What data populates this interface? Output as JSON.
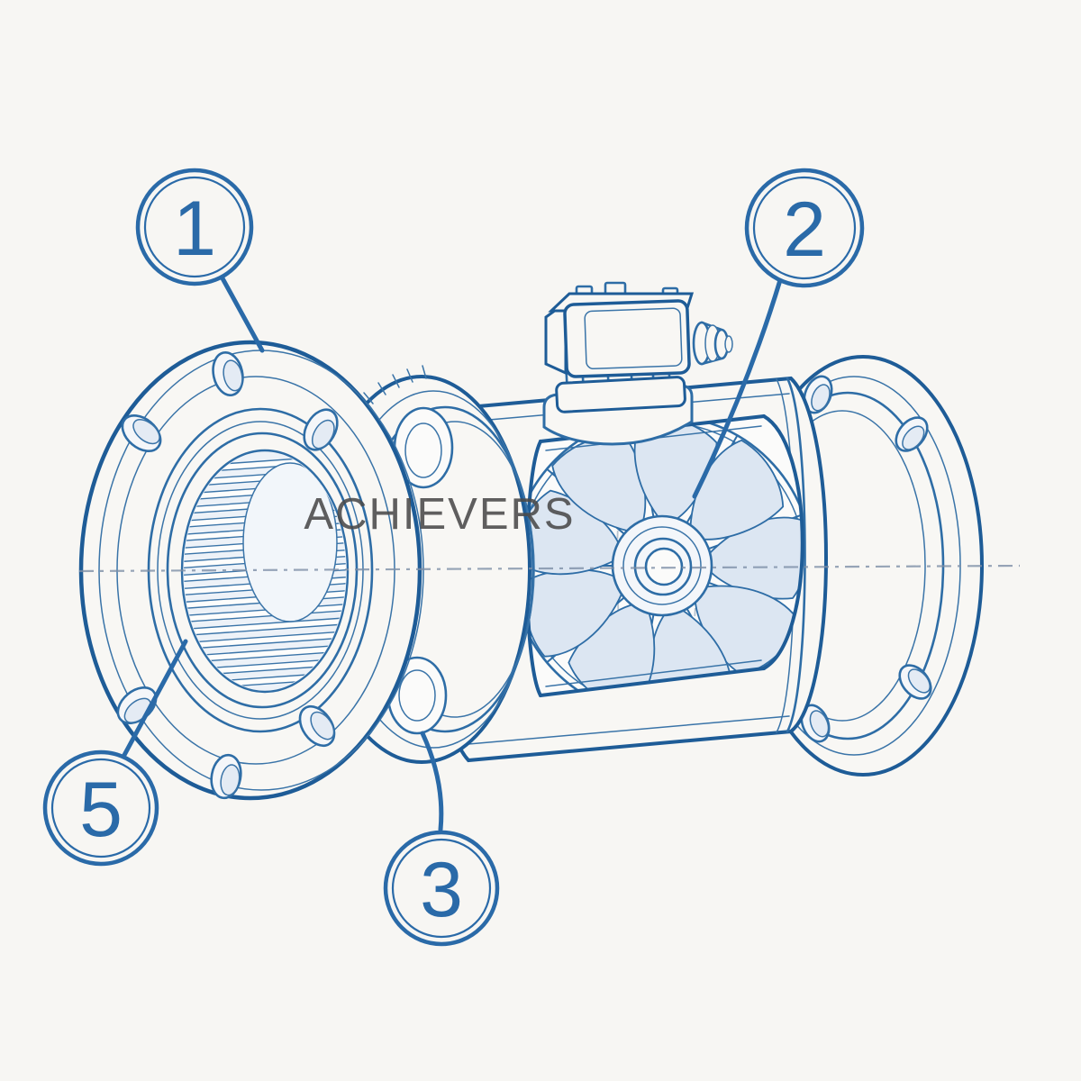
{
  "diagram": {
    "watermark": "ACHIEVERS",
    "callouts": [
      {
        "label": "1"
      },
      {
        "label": "2"
      },
      {
        "label": "3"
      },
      {
        "label": "5"
      }
    ],
    "colors": {
      "background": "#f7f6f3",
      "line_blue": "#2e6da6",
      "line_blue_dark": "#1e5c97",
      "line_blue_thin": "#3a74a8",
      "part_fill": "#f8f7f4",
      "blade_fill": "#dce6f2",
      "bore_fill": "#edf2f8",
      "callout_blue": "#2a6aa8",
      "watermark_gray": "#4a4a4a",
      "centerline_gray": "#7d8fa6"
    }
  }
}
